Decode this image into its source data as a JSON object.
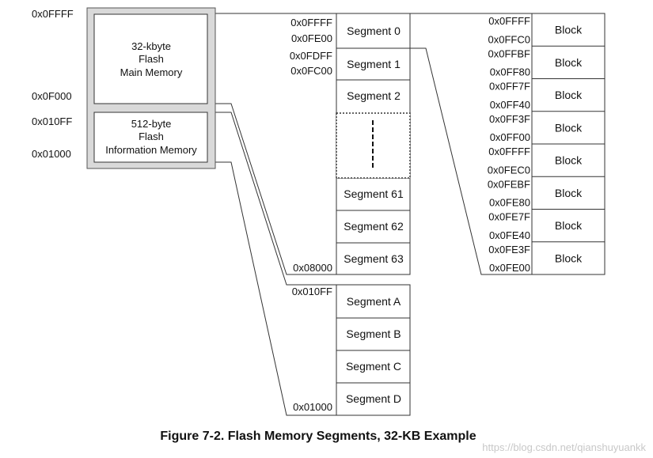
{
  "left_addresses": [
    "0x0FFFF",
    "0x0F000",
    "0x010FF",
    "0x01000"
  ],
  "main_memory": {
    "lines": [
      "32-kbyte",
      "Flash",
      "Main Memory"
    ]
  },
  "info_memory": {
    "lines": [
      "512-byte",
      "Flash",
      "Information Memory"
    ]
  },
  "main_segment_addresses": [
    "0x0FFFF",
    "0x0FE00",
    "0x0FDFF",
    "0x0FC00",
    "0x08000"
  ],
  "main_segments": [
    "Segment 0",
    "Segment 1",
    "Segment 2",
    "",
    "Segment 61",
    "Segment 62",
    "Segment 63"
  ],
  "info_segment_addresses": [
    "0x010FF",
    "0x01000"
  ],
  "info_segments": [
    "Segment A",
    "Segment B",
    "Segment C",
    "Segment D"
  ],
  "block_addresses": [
    [
      "0x0FFFF",
      "0x0FFC0"
    ],
    [
      "0x0FFBF",
      "0x0FF80"
    ],
    [
      "0x0FF7F",
      "0x0FF40"
    ],
    [
      "0x0FF3F",
      "0x0FF00"
    ],
    [
      "0x0FFFF",
      "0x0FEC0"
    ],
    [
      "0x0FEBF",
      "0x0FE80"
    ],
    [
      "0x0FE7F",
      "0x0FE40"
    ],
    [
      "0x0FE3F",
      "0x0FE00"
    ]
  ],
  "block_label": "Block",
  "caption": "Figure 7-2. Flash Memory Segments, 32-KB Example",
  "watermark": "https://blog.csdn.net/qianshuyuankk"
}
